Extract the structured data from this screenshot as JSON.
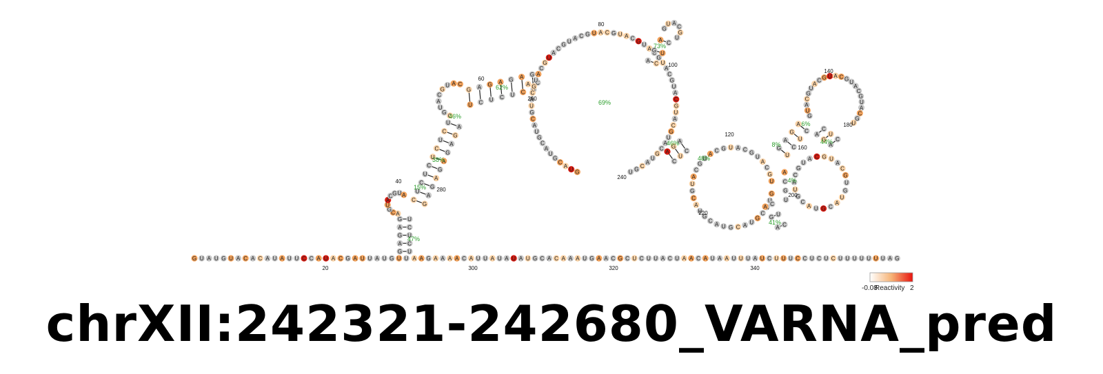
{
  "title": "chrXII:242321-242680_VARNA_pred",
  "legend": {
    "min_label": "-0.08",
    "label": "Reactivity",
    "max_label": "2",
    "low_color": "#ffffff",
    "high_color": "#e8140f"
  },
  "colors": {
    "none": "#c8c8c8",
    "low": "#f9d2a6",
    "mid": "#f2a15a",
    "high": "#d81a10",
    "pair": "#222222",
    "percent": "#2a9d2a"
  },
  "diagram": {
    "backbone_sequence": "GUAUGUACACAUAUUCCAUACGAUUAUGUU",
    "backbone_sequence_right": "AAGAAAACAUUAUAUAUGCACAAAUGAACGCUCUUACUAACAUAAUUUAUCUUUCCUCUCUUUUUUUAG",
    "position_labels": [
      "20",
      "300",
      "320",
      "340",
      "40",
      "280",
      "60",
      "260",
      "80",
      "100",
      "240",
      "120",
      "220",
      "140",
      "160",
      "180",
      "200"
    ],
    "percent_labels": [
      "47%",
      "15%",
      "38%",
      "46%",
      "62%",
      "69%",
      "73%",
      "46%",
      "48%",
      "41%",
      "8%",
      "6%",
      "44%",
      "4%"
    ]
  }
}
